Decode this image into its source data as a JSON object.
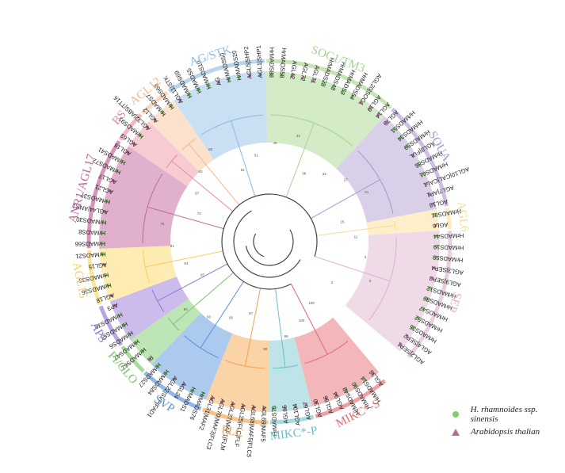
{
  "clades": [
    {
      "name": "MIKC*-S",
      "color": "#ef9fa3",
      "label_color": "#e06a72",
      "leaves": [
        "AGL33",
        "HrMADS14",
        "HrMADS90",
        "HrMADS48",
        "AGL94",
        "AGL66",
        "AGL30"
      ]
    },
    {
      "name": "MIKC*-P",
      "color": "#a8dbe0",
      "label_color": "#6cbec7",
      "leaves": [
        "AGL67",
        "AGL104",
        "AGL65",
        "HrMADS75"
      ]
    },
    {
      "name": "FLC",
      "color": "#f8c48a",
      "label_color": "#f0a050",
      "leaves": [
        "AGL69|MAF5",
        "AGL68|MAF5|FLC5",
        "AGL25|FLC|FLF",
        "AGL27|MAF1|FLM",
        "AGL70|MAF3|FLC3",
        "AGL31|MAF2"
      ]
    },
    {
      "name": "SVP",
      "color": "#8fb8e8",
      "label_color": "#5a92d8",
      "leaves": [
        "HrMADS76",
        "HrMADS1",
        "AGL24",
        "AGL22|SVP|FAD1",
        "HrMADS84",
        "HrMADS27"
      ]
    },
    {
      "name": "PI/GLO",
      "color": "#a8dc9c",
      "label_color": "#7cc46c",
      "leaves": [
        "PI",
        "HrMADS62",
        "HrMADS42"
      ]
    },
    {
      "name": "AP3",
      "color": "#b9a6e6",
      "label_color": "#8f78d4",
      "leaves": [
        "HrMADS6",
        "HrMADS55",
        "HrMADS78",
        "AP3"
      ]
    },
    {
      "name": "AGL15",
      "color": "#fde69a",
      "label_color": "#f5d060",
      "leaves": [
        "AGL18",
        "HrMADS36",
        "HrMADS33",
        "AGL15",
        "HrMADS21"
      ]
    },
    {
      "name": "ANR1/AGL17",
      "color": "#d795bb",
      "label_color": "#c06a9e",
      "leaves": [
        "HrMADS66",
        "HrMADS8",
        "HrMADS30",
        "AGL44|ANR1",
        "HrMADS37",
        "AGL21",
        "AGL17",
        "HrMADS72",
        "HrMADS41",
        "AGL16"
      ]
    },
    {
      "name": "BS",
      "color": "#f3b9c3",
      "label_color": "#e88a9e",
      "leaves": [
        "AGL63",
        "HrMADS91",
        "AGL32|ABS|TT16"
      ]
    },
    {
      "name": "AGL12",
      "color": "#fbd7bb",
      "label_color": "#f4b890",
      "leaves": [
        "AGL12",
        "HrMADS7",
        "HrMADS68"
      ]
    },
    {
      "name": "AG/STK",
      "color": "#b7d5ef",
      "label_color": "#8fb9e0",
      "leaves": [
        "AGL11|STK",
        "HrMADS69",
        "HrMADS5",
        "HrMADS10",
        "AG",
        "HrMADS50",
        "HrMADS20",
        "AGL5|SHP2",
        "AGL1|SHP1"
      ]
    },
    {
      "name": "SOC1/TM3",
      "color": "#c6e4b4",
      "label_color": "#a6d490",
      "leaves": [
        "HrMADS88",
        "HrMADS58",
        "AGL42",
        "AGL72",
        "AGL71",
        "HrMADS23",
        "HrMADS43",
        "HrMADS3",
        "HrMADS54",
        "AGL20|SOC1",
        "AGL19",
        "AGL14"
      ]
    },
    {
      "name": "SQUA",
      "color": "#cdbfe2",
      "label_color": "#a898d0",
      "leaves": [
        "AGL79",
        "HrMADS51",
        "HrMADS34",
        "HrMADS59",
        "AGL8|FUL",
        "HrMADS85",
        "HrMADS61",
        "AGL10|CAL|CAL1",
        "AGL7|AP1",
        "AGL13"
      ]
    },
    {
      "name": "AGL6",
      "color": "#fdeab8",
      "label_color": "#f6dc90",
      "leaves": [
        "HrMADS81",
        "AGL6"
      ]
    },
    {
      "name": "SEP",
      "color": "#e9cfdf",
      "label_color": "#dcb0cc",
      "leaves": [
        "HrMADS44",
        "HrMADS19",
        "HrMADS59",
        "AGL3|SEP4",
        "AGL9|SEP3",
        "HrMADS12",
        "HrMADS89",
        "HrMADS47",
        "HrMADS52",
        "HrMADS35",
        "AGL4|SEP2",
        "AGL2|SEP1"
      ]
    }
  ],
  "bootstrap_values": [
    "100",
    "100",
    "99",
    "98",
    "97",
    "95",
    "93",
    "90",
    "87",
    "84",
    "81",
    "76",
    "72",
    "67",
    "63",
    "58",
    "54",
    "51",
    "49",
    "44",
    "38",
    "32",
    "27",
    "21",
    "15",
    "11",
    "6",
    "5",
    "3"
  ],
  "legend": [
    {
      "label": "H. rhamnoides ssp. sinensis",
      "marker": "circle",
      "color": "#7fcf6a"
    },
    {
      "label": "Arabidopsis thalian",
      "marker": "triangle",
      "color": "#b0709a"
    }
  ]
}
